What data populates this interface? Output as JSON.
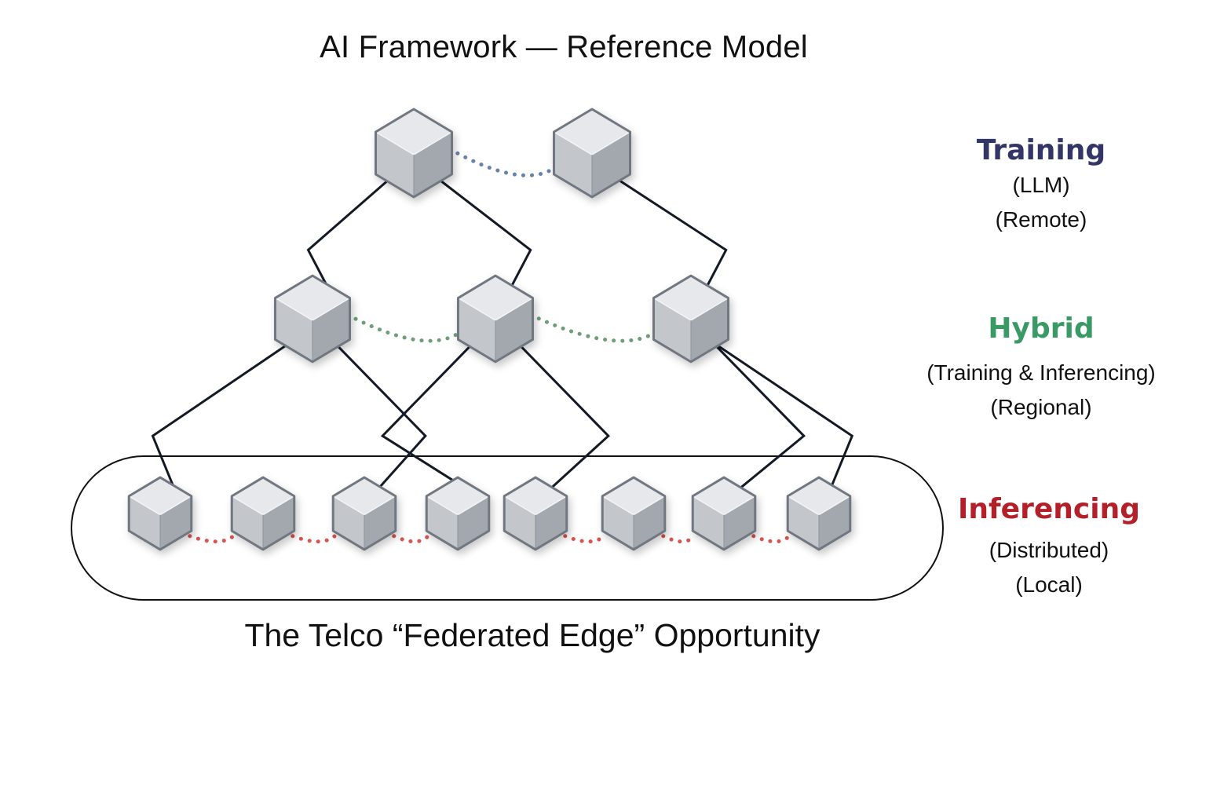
{
  "title": "AI Framework — Reference Model",
  "footer": "The Telco “Federated Edge” Opportunity",
  "colors": {
    "training": "#333566",
    "hybrid": "#3a9a66",
    "inferencing": "#b3202a",
    "training_link": "#6a82a6",
    "hybrid_link": "#6e9e78",
    "inferencing_link": "#d9534f",
    "connector": "#131a26",
    "node_top": "#e6e8eb",
    "node_left": "#c3c6cb",
    "node_right": "#a3a8af",
    "node_edge": "#6f7780"
  },
  "tiers": [
    {
      "id": "training",
      "label": "Training",
      "details": [
        "(LLM)",
        "(Remote)"
      ]
    },
    {
      "id": "hybrid",
      "label": "Hybrid",
      "details": [
        "(Training & Inferencing)",
        "(Regional)"
      ]
    },
    {
      "id": "inferencing",
      "label": "Inferencing",
      "details": [
        "(Distributed)",
        "(Local)"
      ]
    }
  ],
  "nodes": {
    "training": [
      "training-node-1",
      "training-node-2"
    ],
    "hybrid": [
      "hybrid-node-1",
      "hybrid-node-2",
      "hybrid-node-3"
    ],
    "inferencing": [
      "edge-node-1",
      "edge-node-2",
      "edge-node-3",
      "edge-node-4",
      "edge-node-5",
      "edge-node-6",
      "edge-node-7",
      "edge-node-8"
    ]
  },
  "connections": [
    [
      "training-node-1",
      "hybrid-node-1"
    ],
    [
      "training-node-1",
      "hybrid-node-2"
    ],
    [
      "training-node-2",
      "hybrid-node-3"
    ],
    [
      "hybrid-node-1",
      "edge-node-1"
    ],
    [
      "hybrid-node-1",
      "edge-node-3"
    ],
    [
      "hybrid-node-2",
      "edge-node-4"
    ],
    [
      "hybrid-node-2",
      "edge-node-5"
    ],
    [
      "hybrid-node-3",
      "edge-node-7"
    ],
    [
      "hybrid-node-3",
      "edge-node-8"
    ]
  ],
  "peer_links": {
    "training": [
      [
        "training-node-1",
        "training-node-2"
      ]
    ],
    "hybrid": [
      [
        "hybrid-node-1",
        "hybrid-node-2"
      ],
      [
        "hybrid-node-2",
        "hybrid-node-3"
      ]
    ],
    "inferencing": [
      [
        "edge-node-1",
        "edge-node-2"
      ],
      [
        "edge-node-2",
        "edge-node-3"
      ],
      [
        "edge-node-3",
        "edge-node-4"
      ],
      [
        "edge-node-5",
        "edge-node-6"
      ],
      [
        "edge-node-6",
        "edge-node-7"
      ],
      [
        "edge-node-7",
        "edge-node-8"
      ]
    ]
  }
}
